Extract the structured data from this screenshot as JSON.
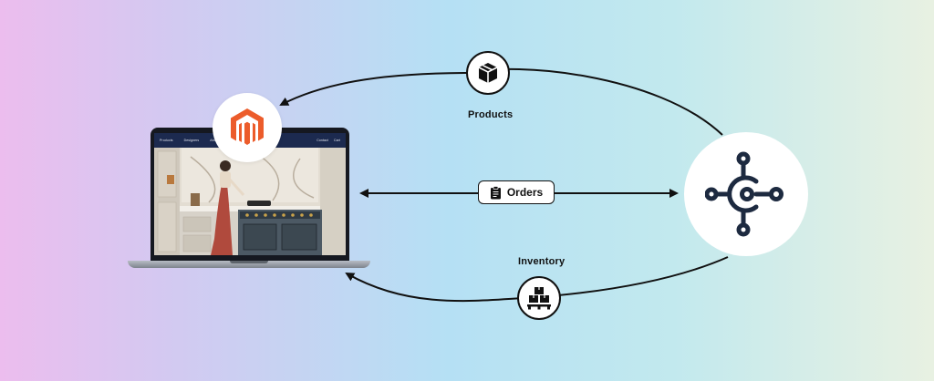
{
  "diagram": {
    "nodes": {
      "storefront": {
        "icon": "magento-logo-icon",
        "brand_color": "#ec5c2b"
      },
      "erp": {
        "icon": "business-central-icon",
        "brand_color": "#1d2a40"
      }
    },
    "flows": {
      "products": {
        "label": "Products",
        "icon": "package-icon",
        "direction": "erp-to-storefront"
      },
      "orders": {
        "label": "Orders",
        "icon": "clipboard-icon",
        "direction": "bidirectional"
      },
      "inventory": {
        "label": "Inventory",
        "icon": "boxes-on-pallet-icon",
        "direction": "erp-to-storefront"
      }
    },
    "storefront_nav": [
      "Products",
      "Designers",
      "About Us",
      "Contact",
      "Cart"
    ]
  }
}
